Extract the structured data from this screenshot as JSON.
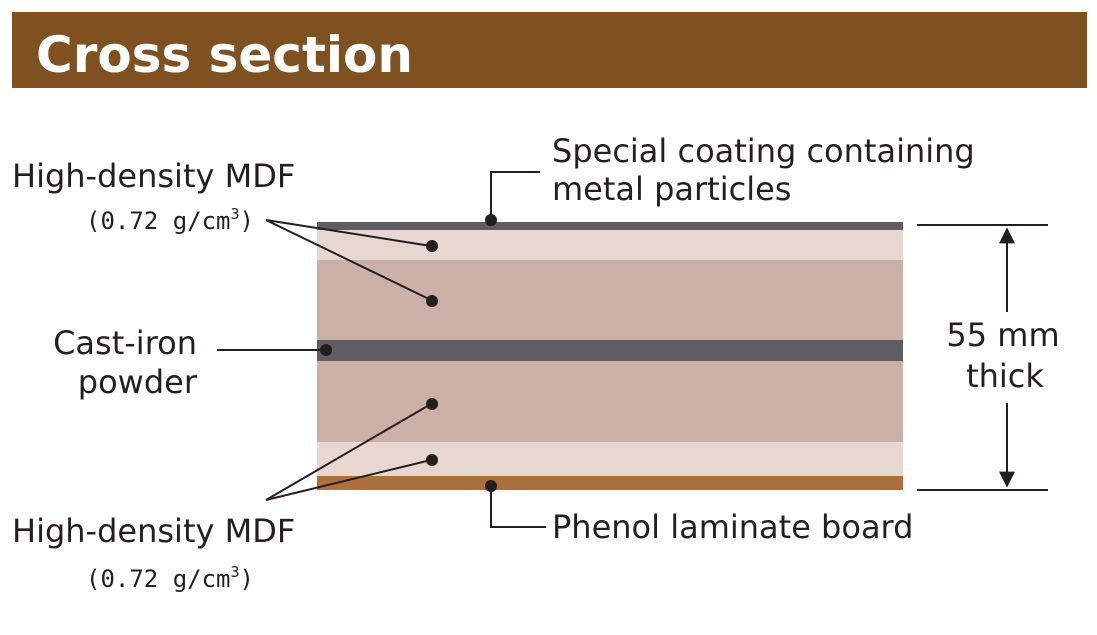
{
  "header": {
    "title": "Cross section"
  },
  "labels": {
    "mdf_top": {
      "name": "High-density MDF",
      "density_value": "(0.72 g/cm",
      "density_exp": "3",
      "density_close": ")"
    },
    "mdf_bottom": {
      "name": "High-density MDF",
      "density_value": "(0.72 g/cm",
      "density_exp": "3",
      "density_close": ")"
    },
    "cast_iron": {
      "line1": "Cast-iron",
      "line2": "powder"
    },
    "coating": {
      "line1": "Special coating containing",
      "line2": "metal particles"
    },
    "phenol": {
      "text": "Phenol laminate board"
    },
    "thickness": {
      "line1": "55 mm",
      "line2": "thick"
    }
  },
  "colors": {
    "header_bg": "#7f5120",
    "coating_layer": "#5e5d61",
    "mdf_light": "#e8d7d1",
    "mdf_main": "#cbb0a7",
    "cast_iron_layer": "#5e5d61",
    "phenol_layer": "#ad6f3d",
    "text": "#231f20"
  }
}
